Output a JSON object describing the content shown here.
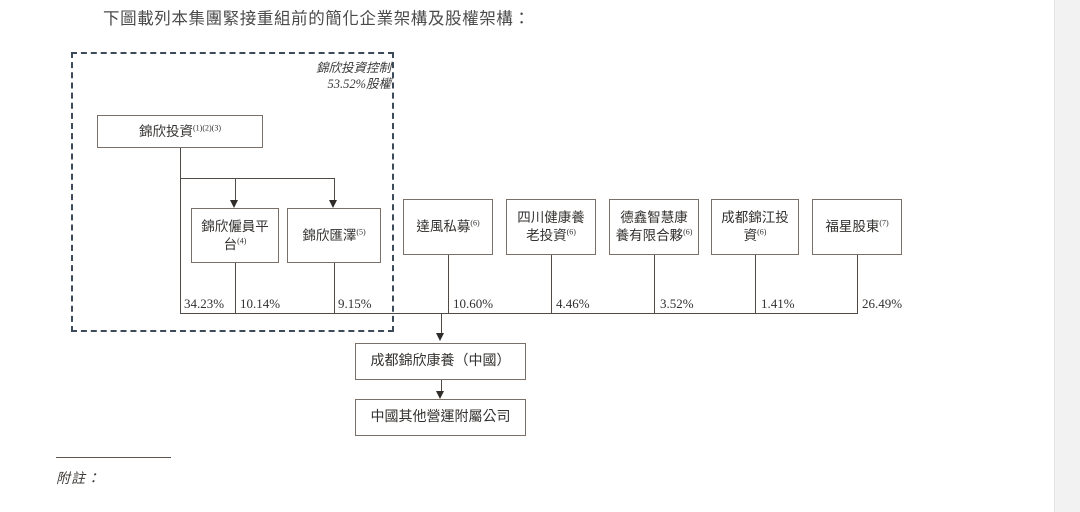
{
  "heading": "下圖載列本集團緊接重組前的簡化企業架構及股權架構：",
  "control_group": {
    "label_line1": "錦欣投資控制",
    "label_line2": "53.52%股權"
  },
  "nodes": {
    "jinxin_investment": {
      "text": "錦欣投資",
      "sup": "(1)(2)(3)"
    },
    "employee_platform": {
      "text": "錦欣僱員平台",
      "sup": "(4)"
    },
    "jinxin_huize": {
      "text": "錦欣匯澤",
      "sup": "(5)"
    },
    "dafeng_fund": {
      "text": "達風私募",
      "sup": "(6)"
    },
    "sichuan_health": {
      "text": "四川健康養老投資",
      "sup": "(6)"
    },
    "dexin_partnership": {
      "text": "德鑫智慧康養有限合夥",
      "sup": "(6)"
    },
    "chengdu_jinjiang": {
      "text": "成都錦江投資",
      "sup": "(6)"
    },
    "fuxing_shareholders": {
      "text": "福星股東",
      "sup": "(7)"
    },
    "main_company": {
      "text": "成都錦欣康養（中國）",
      "sup": ""
    },
    "subsidiaries": {
      "text": "中國其他營運附屬公司",
      "sup": ""
    }
  },
  "ownership": {
    "jinxin_investment_direct": "34.23%",
    "employee_platform": "10.14%",
    "jinxin_huize": "9.15%",
    "dafeng_fund": "10.60%",
    "sichuan_health": "4.46%",
    "dexin_partnership": "3.52%",
    "chengdu_jinjiang": "1.41%",
    "fuxing_shareholders": "26.49%"
  },
  "footnote": {
    "label": "附註："
  },
  "colors": {
    "box_border": "#7a7068",
    "connector": "#4f4a46",
    "dashed_border": "#3c4a5a",
    "text": "#33312f"
  }
}
